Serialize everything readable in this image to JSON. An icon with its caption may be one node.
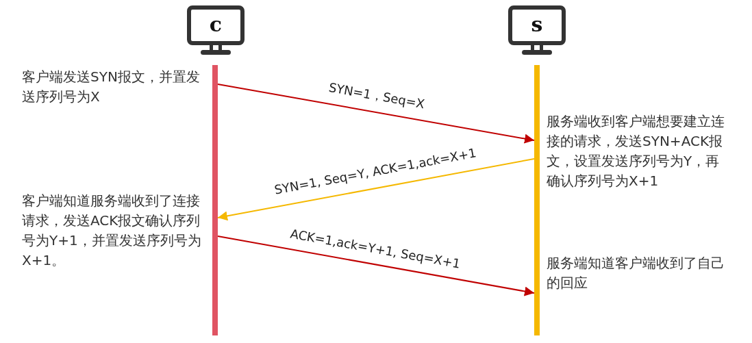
{
  "diagram": {
    "nodes": [
      {
        "text": [
          "c"
        ]
      },
      {
        "text": [
          "s"
        ]
      },
      {
        "text": [],
        "shape": "bar"
      },
      {
        "text": [],
        "shape": "bar"
      }
    ],
    "edges": [
      {
        "from": 2,
        "to": 3,
        "arrow": "to",
        "label": "SYN=1，Seq=X"
      },
      {
        "from": 3,
        "to": 2,
        "arrow": "to",
        "label": "SYN=1, Seq=Y, ACK=1,ack=X+1",
        "color": "#f5b800"
      },
      {
        "from": 2,
        "to": 3,
        "arrow": "to",
        "label": "ACK=1,ack=Y+1, Seq=X+1"
      }
    ],
    "labels": [
      "客户端发送SYN报文，并置发送序列号为X",
      "服务端收到客户端想要建立连接的请求，发送SYN+ACK报文，设置发送序列号为Y，再确认序列号为X+1",
      "客户端知道服务端收到了连接请求，发送ACK报文确认序列号为Y+1，并置发送序列号为X+1。",
      "服务端知道客户端收到了自己的回应"
    ]
  }
}
